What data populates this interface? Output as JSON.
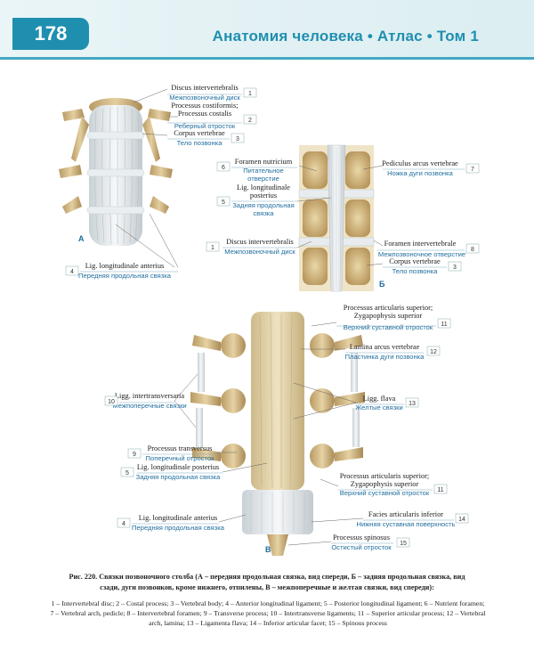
{
  "header": {
    "page_number": "178",
    "atlas_title": "Анатомия человека • Атлас • Том 1"
  },
  "panels": {
    "a": "А",
    "b": "Б",
    "c": "В"
  },
  "labels": {
    "l1a": {
      "num": "1",
      "lat": "Discus intervertebralis",
      "ru": "Межпозвоночный диск"
    },
    "l2a": {
      "num": "2",
      "lat": "Processus costiformis;",
      "lat2": "Processus costalis",
      "ru": "Реберный отросток"
    },
    "l3a": {
      "num": "3",
      "lat": "Corpus vertebrae",
      "ru": "Тело позвонка"
    },
    "l4a": {
      "num": "4",
      "lat": "Lig. longitudinale anterius",
      "ru": "Передняя продольная связка"
    },
    "l6b": {
      "num": "6",
      "lat": "Foramen nutricium",
      "ru": "Питательное",
      "ru2": "отверстие"
    },
    "l5b": {
      "num": "5",
      "lat": "Lig. longitudinale",
      "lat2": "posterius",
      "ru": "Задняя продольная",
      "ru2": "связка"
    },
    "l1b": {
      "num": "1",
      "lat": "Discus intervertebralis",
      "ru": "Межпозвоночный диск"
    },
    "l7b": {
      "num": "7",
      "lat": "Pediculus arcus vertebrae",
      "ru": "Ножка дуги позвонка"
    },
    "l8b": {
      "num": "8",
      "lat": "Foramen intervertebrale",
      "ru": "Межпозвоночное отверстие"
    },
    "l3b": {
      "num": "3",
      "lat": "Corpus vertebrae",
      "ru": "Тело позвонка"
    },
    "l11c": {
      "num": "11",
      "lat": "Processus articularis superior;",
      "lat2": "Zygapophysis superior",
      "ru": "Верхний суставной отросток"
    },
    "l12c": {
      "num": "12",
      "lat": "Lamina arcus vertebrae",
      "ru": "Пластинка дуги позвонка"
    },
    "l10c": {
      "num": "10",
      "lat": "Ligg. intertransversaria",
      "ru": "Межпоперечные связки"
    },
    "l13c": {
      "num": "13",
      "lat": "Ligg. flava",
      "ru": "Желтые связки"
    },
    "l9c": {
      "num": "9",
      "lat": "Processus transversus",
      "ru": "Поперечный отросток"
    },
    "l5c": {
      "num": "5",
      "lat": "Lig. longitudinale posterius",
      "ru": "Задняя продольная связка"
    },
    "l11c2": {
      "num": "11",
      "lat": "Processus articularis superior;",
      "lat2": "Zygapophysis superior",
      "ru": "Верхний суставной отросток"
    },
    "l4c": {
      "num": "4",
      "lat": "Lig. longitudinale anterius",
      "ru": "Передняя продольная связка"
    },
    "l14c": {
      "num": "14",
      "lat": "Facies articularis inferior",
      "ru": "Нижняя суставная поверхность"
    },
    "l15c": {
      "num": "15",
      "lat": "Processus spinosus",
      "ru": "Остистый отросток"
    }
  },
  "caption": "Рис. 220. Связки позвоночного столба (А – передняя продольная связка, вид спереди, Б – задняя продольная связка, вид сзади, дуги позвонков, кроме нижнего, отпилены, В – межпоперечные и желтая связки, вид спереди):",
  "legend": "1 – Intervertebral disc; 2 – Costal process; 3 – Vertebral body; 4 – Anterior longitudinal ligament; 5 – Posterior longitudinal ligament; 6 – Nutrient foramen; 7 – Vertebral arch, pedicle; 8 – Intervertebral foramen; 9 – Transverse process; 10 – Intertransverse ligaments; 11 – Superior articular process; 12 – Vertebral arch, lamina; 13 – Ligamenta flava; 14 – Inferior articular facet; 15 – Spinous process",
  "colors": {
    "accent": "#1f8fb0",
    "bone": "#d9c191",
    "ligament": "#e8ecef",
    "label_ru": "#1f6e9e"
  }
}
